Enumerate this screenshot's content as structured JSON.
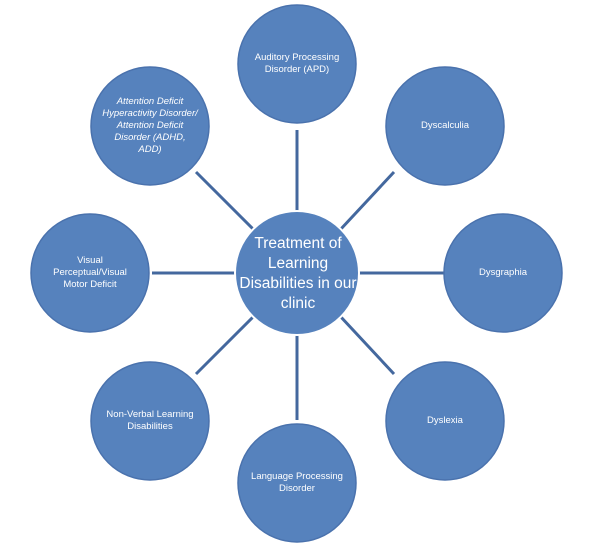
{
  "diagram": {
    "colors": {
      "fill": "#5682bd",
      "stroke": "#4a72ad",
      "connector": "#44689e",
      "text": "#ffffff",
      "background": "#ffffff"
    },
    "center": {
      "label": "Treatment of Learning Disabilities in our clinic"
    },
    "nodes": [
      {
        "label": "Auditory Processing Disorder (APD)",
        "italic": false
      },
      {
        "label": "Dyscalculia",
        "italic": false
      },
      {
        "label": "Dysgraphia",
        "italic": false
      },
      {
        "label": "Dyslexia",
        "italic": false
      },
      {
        "label": "Language Processing Disorder",
        "italic": false
      },
      {
        "label": "Non-Verbal Learning Disabilities",
        "italic": false
      },
      {
        "label": "Visual Perceptual/Visual Motor Deficit",
        "italic": false
      },
      {
        "label": "Attention Deficit Hyperactivity Disorder/ Attention Deficit Disorder (ADHD, ADD)",
        "italic": true
      }
    ]
  }
}
